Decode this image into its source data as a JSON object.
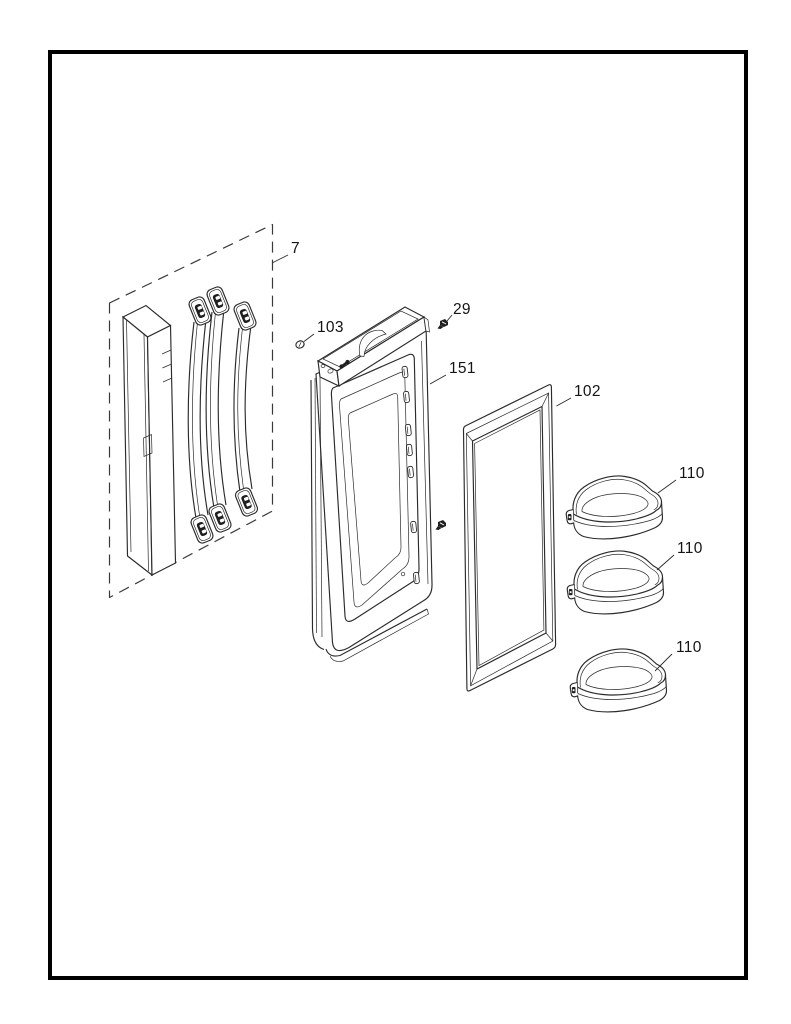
{
  "figure": {
    "background_color": "#ffffff",
    "line_color": "#2b2b2b",
    "border_color": "#000000",
    "callouts": {
      "handle_kit": {
        "label": "7"
      },
      "cap_plug": {
        "label": "103"
      },
      "screw": {
        "label": "29"
      },
      "door_panel": {
        "label": "151"
      },
      "door_gasket": {
        "label": "102"
      },
      "door_bin_top": {
        "label": "110"
      },
      "door_bin_middle": {
        "label": "110"
      },
      "door_bin_bottom": {
        "label": "110"
      }
    }
  }
}
